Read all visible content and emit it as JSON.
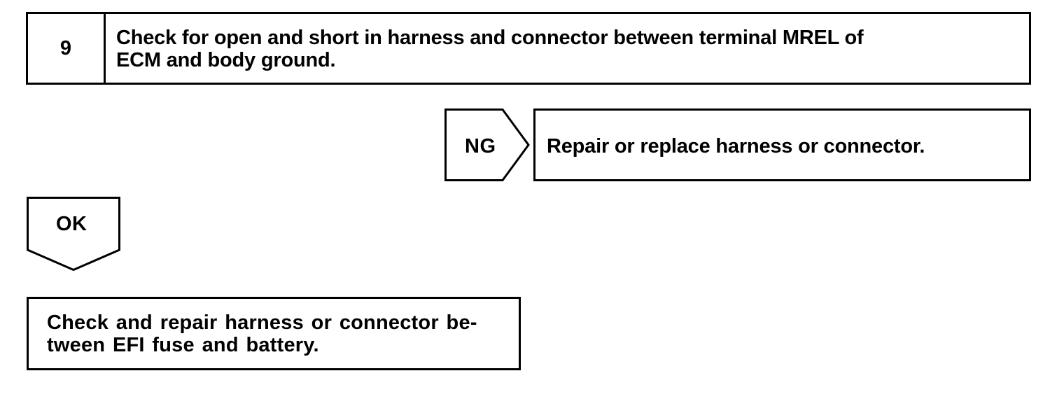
{
  "document": {
    "kind": "diagnostic-flowchart",
    "ink_color": "#000000",
    "page_color": "#ffffff"
  },
  "step_block": {
    "number": "9",
    "instruction": "Check for open and short in harness and connector between terminal MREL of\nECM and body ground."
  },
  "ng_branch": {
    "connector_label": "NG",
    "connector_shape": "pentagon-arrow-right",
    "action": "Repair or replace harness or connector."
  },
  "ok_branch": {
    "connector_label": "OK",
    "connector_shape": "pentagon-arrow-down",
    "action": "Check and repair harness or connector be-\ntween EFI fuse and battery."
  }
}
